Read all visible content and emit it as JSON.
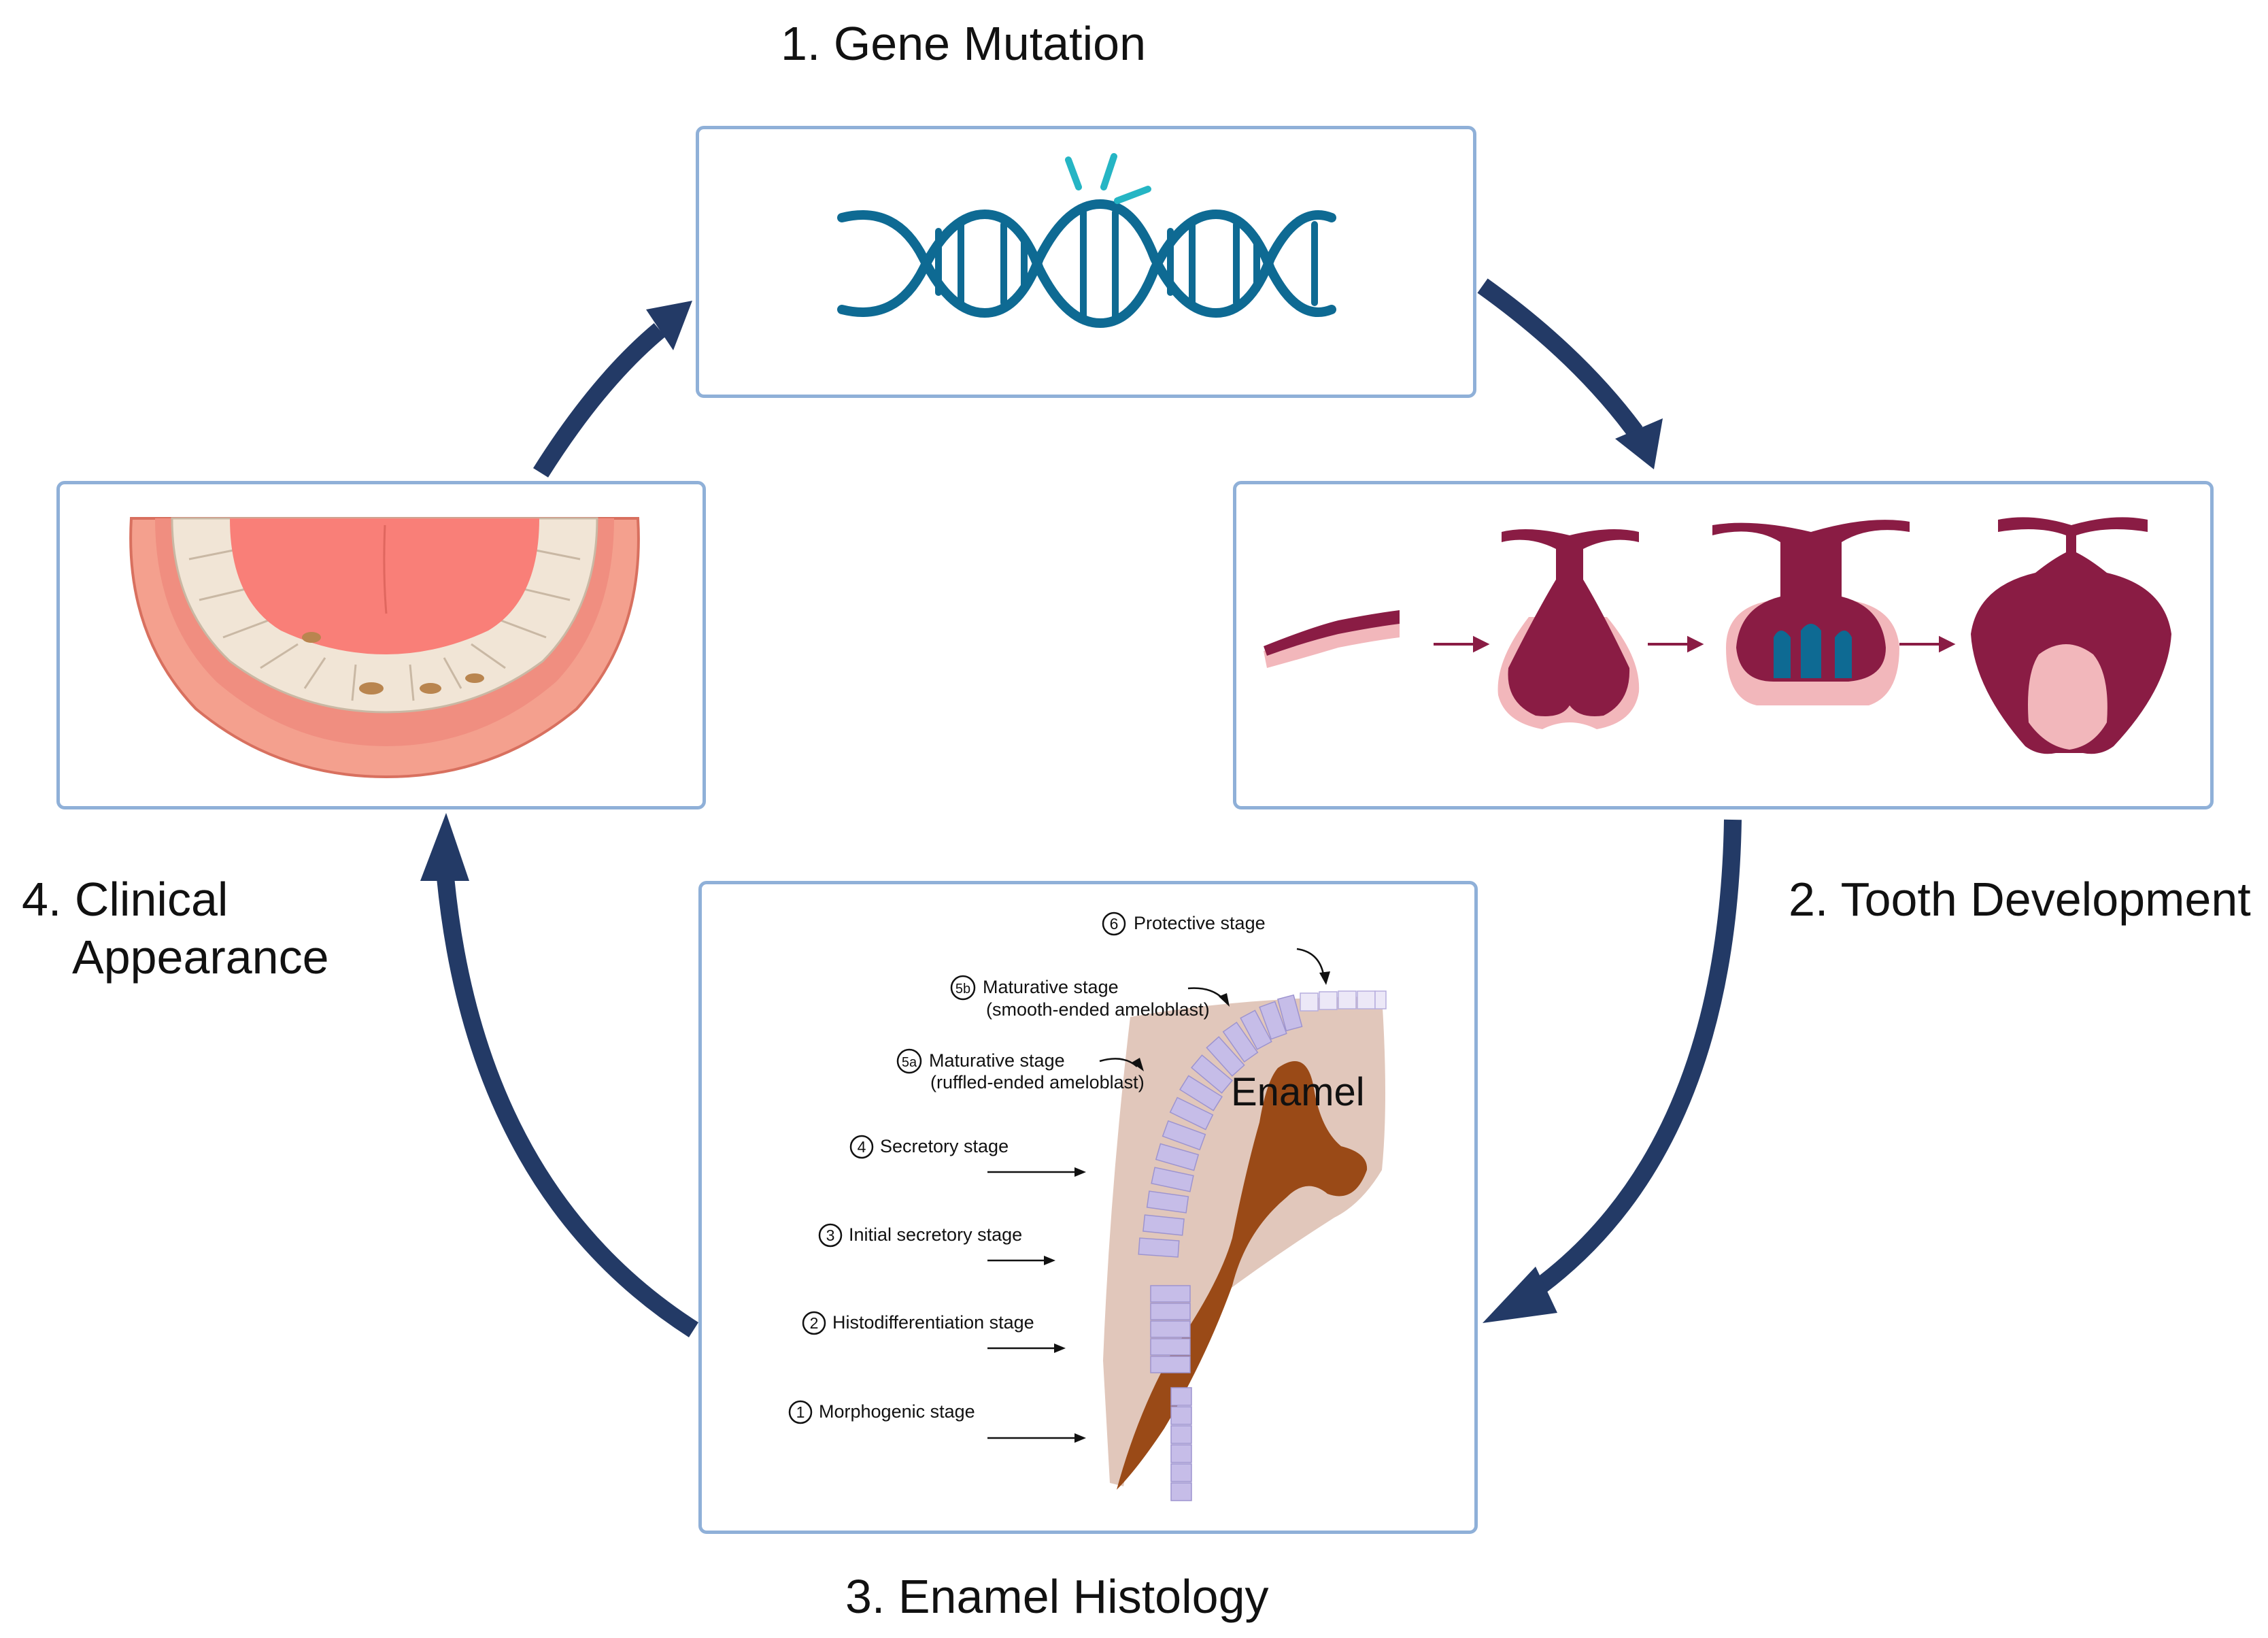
{
  "titles": {
    "gene_mutation": "1.  Gene Mutation",
    "tooth_development": "2. Tooth Development",
    "enamel_histology": "3. Enamel Histology",
    "clinical_line1": "4. Clinical",
    "clinical_line2": "Appearance"
  },
  "histology": {
    "enamel_label": "Enamel",
    "stages": [
      {
        "num": "6",
        "line1": "Protective stage",
        "line2": ""
      },
      {
        "num": "5b",
        "line1": "Maturative stage",
        "line2": "(smooth-ended ameloblast)"
      },
      {
        "num": "5a",
        "line1": "Maturative stage",
        "line2": "(ruffled-ended ameloblast)"
      },
      {
        "num": "4",
        "line1": "Secretory stage",
        "line2": ""
      },
      {
        "num": "3",
        "line1": "Initial secretory stage",
        "line2": ""
      },
      {
        "num": "2",
        "line1": "Histodifferentiation stage",
        "line2": ""
      },
      {
        "num": "1",
        "line1": "Morphogenic stage",
        "line2": ""
      }
    ]
  },
  "colors": {
    "cycle_arrow": "#233a66",
    "panel_border": "#8fb0d8",
    "dna": "#0e6a93",
    "dna_spark": "#25b5c4",
    "tooth_dark": "#8a1c44",
    "tooth_light": "#f2b7bb",
    "enamel": "#e1c7bb",
    "dentin": "#9a4a17",
    "ameloblast": "#c6bde8",
    "gum": "#f08e80",
    "tongue": "#f97f78"
  }
}
